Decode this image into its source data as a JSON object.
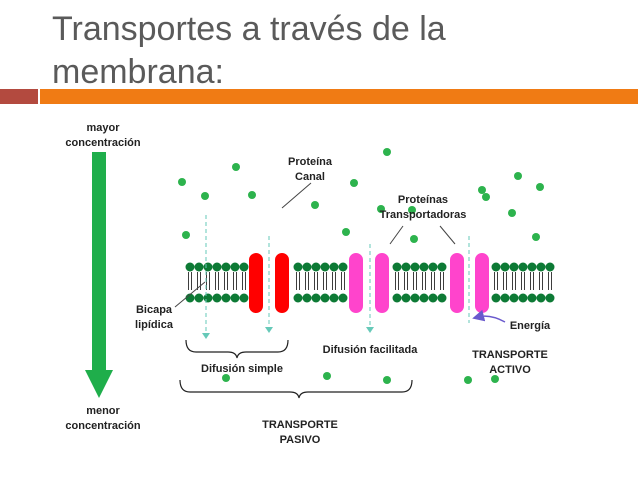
{
  "slide": {
    "title": "Transportes a través de la membrana:",
    "colors": {
      "bar_left": "#b34a3f",
      "bar_right": "#f07b14",
      "gradient_arrow": "#1fae4b",
      "canal_protein": "#ff0000",
      "carrier_protein": "#ff44cc",
      "particle": "#2db34d",
      "lipid_head": "#0d7a35"
    }
  },
  "labels": {
    "mayor_1": "mayor",
    "mayor_2": "concentración",
    "menor_1": "menor",
    "menor_2": "concentración",
    "proteina_canal_1": "Proteína",
    "proteina_canal_2": "Canal",
    "proteinas_transp_1": "Proteínas",
    "proteinas_transp_2": "Transportadoras",
    "bicapa_1": "Bicapa",
    "bicapa_2": "lipídica",
    "energia": "Energía",
    "difusion_simple": "Difusión simple",
    "difusion_facilitada": "Difusión facilitada",
    "transporte_activo_1": "TRANSPORTE",
    "transporte_activo_2": "ACTIVO",
    "transporte_pasivo_1": "TRANSPORTE",
    "transporte_pasivo_2": "PASIVO"
  }
}
